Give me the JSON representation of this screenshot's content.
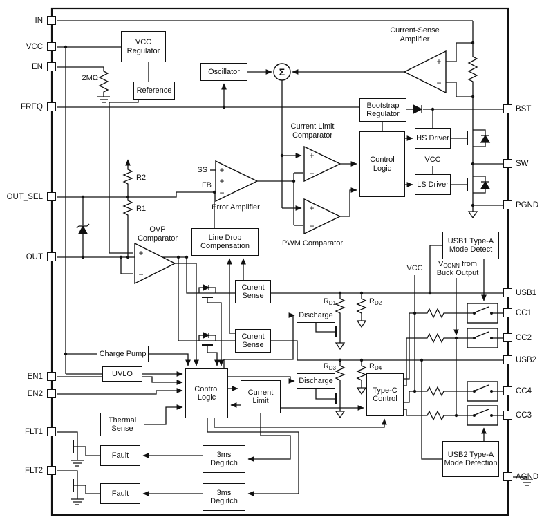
{
  "pins": {
    "left": [
      "IN",
      "VCC",
      "EN",
      "FREQ",
      "OUT_SEL",
      "OUT",
      "EN1",
      "EN2",
      "FLT1",
      "FLT2"
    ],
    "right": [
      "BST",
      "SW",
      "PGND",
      "USB1",
      "CC1",
      "CC2",
      "USB2",
      "CC4",
      "CC3",
      "AGND"
    ]
  },
  "blocks": {
    "vcc_regulator": "VCC Regulator",
    "reference": "Reference",
    "oscillator": "Oscillator",
    "bootstrap_regulator": "Bootstrap Regulator",
    "control_logic_top": "Control Logic",
    "hs_driver": "HS Driver",
    "ls_driver": "LS Driver",
    "line_drop_compensation": "Line Drop Compensation",
    "current_sense_1": "Curent Sense",
    "current_sense_2": "Curent Sense",
    "charge_pump": "Charge Pump",
    "uvlo": "UVLO",
    "control_logic_bottom": "Control Logic",
    "current_limit": "Current Limit",
    "thermal_sense": "Thermal Sense",
    "fault_1": "Fault",
    "fault_2": "Fault",
    "deglitch_1": "3ms Deglitch",
    "deglitch_2": "3ms Deglitch",
    "discharge_1": "Discharge",
    "discharge_2": "Discharge",
    "type_c_control": "Type-C Control",
    "usb1_mode_detect": "USB1 Type-A Mode Detect",
    "usb2_mode_detect": "USB2 Type-A Mode Detection"
  },
  "labels": {
    "current_sense_amplifier_1": "Current-Sense",
    "current_sense_amplifier_2": "Amplifier",
    "current_limit_comparator_1": "Current Limit",
    "current_limit_comparator_2": "Comparator",
    "pwm_comparator": "PWM Comparator",
    "error_amplifier": "Error Amplifier",
    "ovp_comparator_1": "OVP",
    "ovp_comparator_2": "Comparator",
    "ss": "SS",
    "fb": "FB",
    "r1": "R1",
    "r2": "R2",
    "pullup_2m": "2MΩ",
    "vcc_driver": "VCC",
    "vcc_rail": "VCC",
    "rd1": {
      "base": "R",
      "sub": "D1"
    },
    "rd2": {
      "base": "R",
      "sub": "D2"
    },
    "rd3": {
      "base": "R",
      "sub": "D3"
    },
    "rd4": {
      "base": "R",
      "sub": "D4"
    },
    "vconn": {
      "base": "V",
      "sub": "CONN",
      "rest": " from"
    },
    "vconn_line2": "Buck Output"
  },
  "symbols": {
    "plus": "+",
    "minus": "−",
    "sigma": "Σ"
  },
  "colors": {
    "line": "#111111",
    "background": "#ffffff"
  }
}
